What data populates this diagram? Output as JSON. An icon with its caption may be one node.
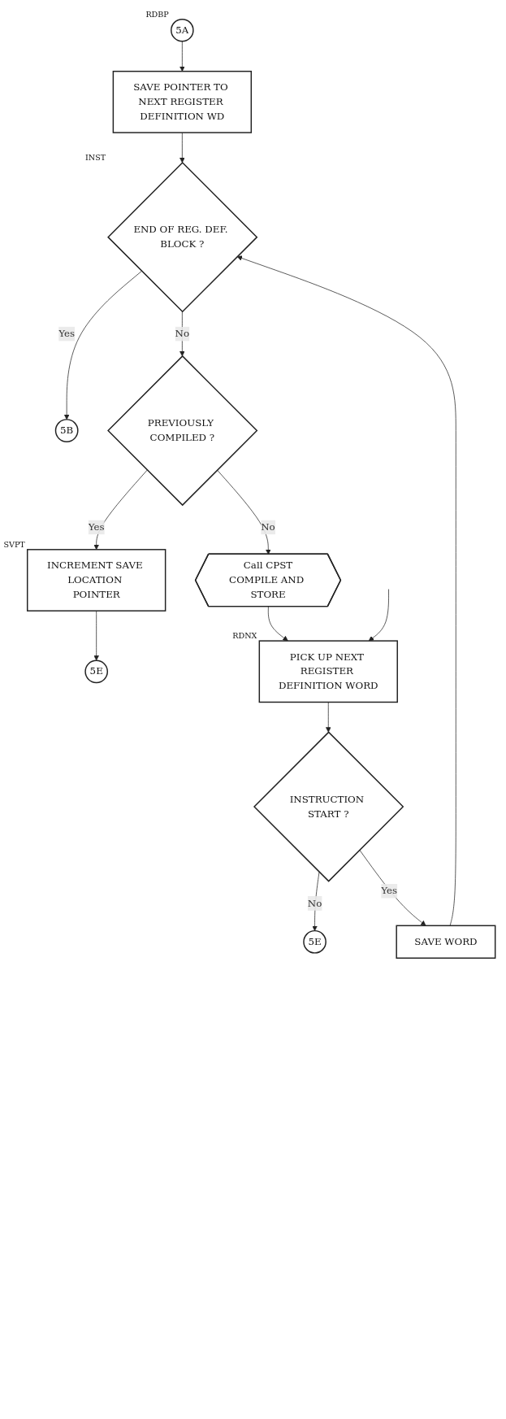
{
  "diagram": {
    "nodes": [
      {
        "text": [
          "5A"
        ],
        "beside": [
          "RDBP"
        ]
      },
      {
        "text": [
          "SAVE POINTER TO NEXT REGISTER DEFINITION WD"
        ]
      },
      {
        "text": [
          "END OF REG. DEF. BLOCK ?"
        ],
        "beside": [
          "INST"
        ]
      },
      {
        "text": [
          "5B"
        ]
      },
      {
        "text": [
          "PREVIOUSLY COMPILED ?"
        ]
      },
      {
        "text": [
          "INCREMENT SAVE LOCATION POINTER"
        ],
        "beside": [
          "SVPT"
        ]
      },
      {
        "text": [
          "5E"
        ]
      },
      {
        "text": [
          "Call CPST",
          "COMPILE AND STORE"
        ]
      },
      {
        "text": [
          "PICK UP NEXT REGISTER DEFINITION WORD"
        ],
        "beside": [
          "RDNX"
        ]
      },
      {
        "text": [
          "INSTRUCTION START ?"
        ]
      },
      {
        "text": [
          "5E"
        ]
      },
      {
        "text": [
          "SAVE WORD"
        ]
      }
    ],
    "edges": [
      {
        "from": 0,
        "to": 1,
        "arrow": "to"
      },
      {
        "from": 1,
        "to": 2,
        "arrow": "to"
      },
      {
        "from": 2,
        "to": 3,
        "label": "Yes",
        "arrow": "to"
      },
      {
        "from": 2,
        "to": 4,
        "label": "No",
        "arrow": "to"
      },
      {
        "from": 4,
        "to": 5,
        "label": "Yes",
        "arrow": "to"
      },
      {
        "from": 5,
        "to": 6,
        "arrow": "to"
      },
      {
        "from": 4,
        "to": 7,
        "label": "No",
        "arrow": "to"
      },
      {
        "from": 7,
        "to": 8,
        "arrow": "to"
      },
      {
        "from": null,
        "to": 8,
        "arrow": "to"
      },
      {
        "from": 8,
        "to": 9,
        "arrow": "to"
      },
      {
        "from": 9,
        "to": 10,
        "label": "No",
        "arrow": "to"
      },
      {
        "from": 9,
        "to": 11,
        "label": "Yes",
        "arrow": "to"
      },
      {
        "from": 11,
        "to": 2,
        "arrow": "to"
      }
    ]
  }
}
